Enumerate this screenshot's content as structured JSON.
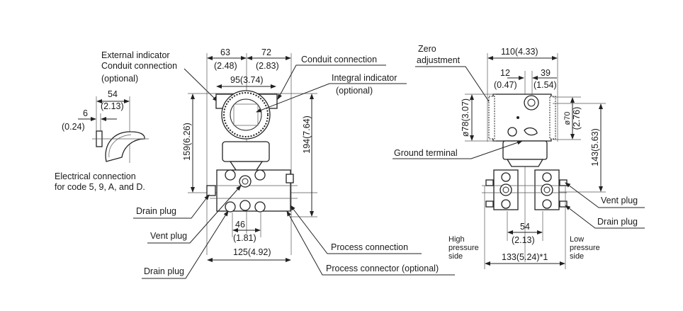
{
  "inset": {
    "label_external_1": "External indicator",
    "label_external_2": "Conduit connection",
    "label_external_3": "(optional)",
    "dim_54": "54",
    "dim_54_in": "(2.13)",
    "dim_6": "6",
    "dim_6_in": "(0.24)",
    "caption_1": "Electrical connection",
    "caption_2": "for code 5, 9, A, and D."
  },
  "front": {
    "dim_63": "63",
    "dim_63_in": "(2.48)",
    "dim_72": "72",
    "dim_72_in": "(2.83)",
    "dim_95": "95(3.74)",
    "dim_159": "159(6.26)",
    "dim_194": "194(7.64)",
    "dim_46": "46",
    "dim_46_in": "(1.81)",
    "dim_125": "125(4.92)",
    "conduit_connection": "Conduit connection",
    "integral_indicator": "Integral indicator",
    "integral_optional": "(optional)",
    "drain_plug_top": "Drain plug",
    "vent_plug": "Vent plug",
    "drain_plug_bottom": "Drain plug",
    "process_connection": "Process connection",
    "process_connector": "Process connector (optional)"
  },
  "side": {
    "zero_1": "Zero",
    "zero_2": "adjustment",
    "dim_110": "110(4.33)",
    "dim_12": "12",
    "dim_12_in": "(0.47)",
    "dim_39": "39",
    "dim_39_in": "(1.54)",
    "dim_78": "ø78(3.07)",
    "dim_70": "ø70",
    "dim_70_in": "(2.76)",
    "dim_143": "143(5.63)",
    "ground_terminal": "Ground terminal",
    "vent_plug": "Vent plug",
    "drain_plug": "Drain plug",
    "dim_54": "54",
    "dim_54_in": "(2.13)",
    "high_1": "High",
    "high_2": "pressure",
    "high_3": "side",
    "low_1": "Low",
    "low_2": "pressure",
    "low_3": "side",
    "dim_133": "133(5.24)*1"
  }
}
